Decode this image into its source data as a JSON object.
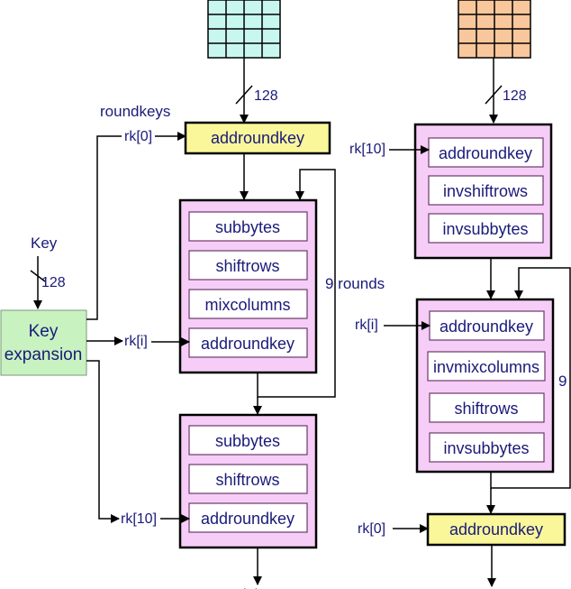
{
  "bits": "128",
  "roundkeys_label": "roundkeys",
  "key_label": "Key",
  "key_bits": "128",
  "key_expansion": [
    "Key",
    "expansion"
  ],
  "encryption": {
    "rk0": "rk[0]",
    "rki": "rk[i]",
    "rk10": "rk[10]",
    "initial": "addroundkey",
    "rounds_label": "9 rounds",
    "round_steps": [
      "subbytes",
      "shiftrows",
      "mixcolumns",
      "addroundkey"
    ],
    "final_steps": [
      "subbytes",
      "shiftrows",
      "addroundkey"
    ],
    "output": "ciphertext"
  },
  "decryption": {
    "rk10": "rk[10]",
    "rki": "rk[i]",
    "rk0": "rk[0]",
    "first_steps": [
      "addroundkey",
      "invshiftrows",
      "invsubbytes"
    ],
    "rounds_label": "9",
    "round_steps": [
      "addroundkey",
      "invmixcolumns",
      "shiftrows",
      "invsubbytes"
    ],
    "final": "addroundkey"
  },
  "colors": {
    "plaintext_grid": "#c8f7f0",
    "ciphertext_grid": "#f9c79c",
    "round_box": "#f6cdf6",
    "addroundkey_box": "#f9f79a",
    "key_box": "#c8f2c0"
  }
}
